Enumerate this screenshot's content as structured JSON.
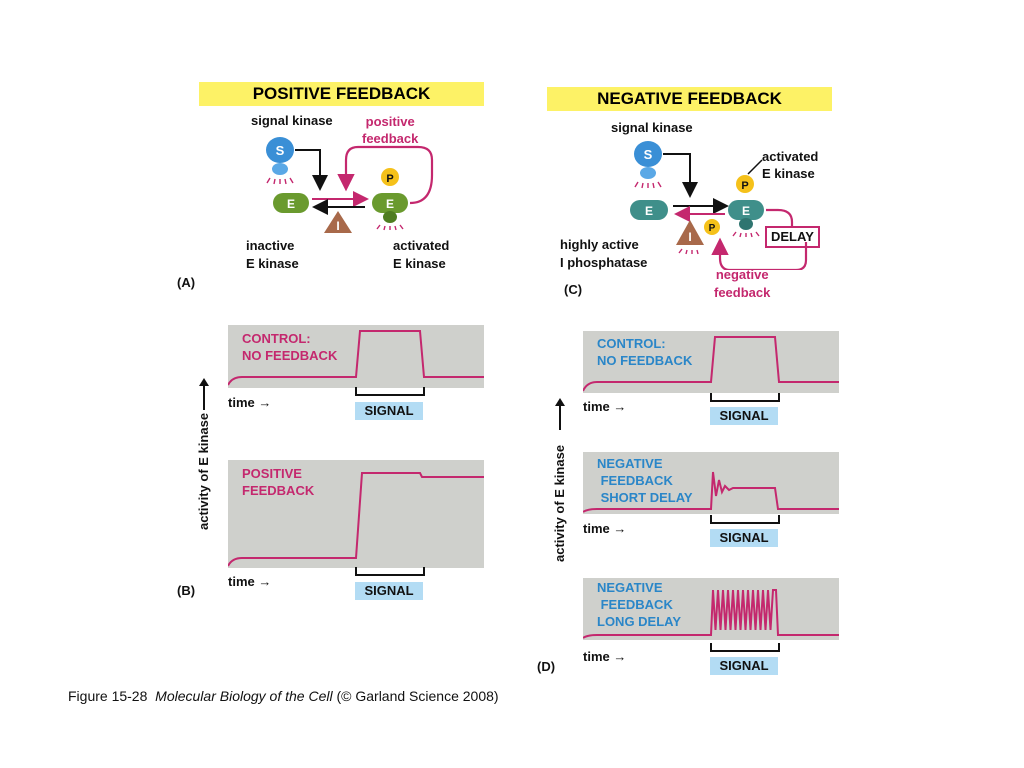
{
  "panel_a": {
    "banner": "POSITIVE FEEDBACK",
    "signal_kinase": "signal kinase",
    "positive_feedback": "positive\nfeedback",
    "inactive": "inactive\nE kinase",
    "activated": "activated\nE kinase",
    "letter": "(A)",
    "s": "S",
    "e": "E",
    "i": "I",
    "p": "P"
  },
  "panel_c": {
    "banner": "NEGATIVE FEEDBACK",
    "signal_kinase": "signal kinase",
    "activated": "activated\nE kinase",
    "delay": "DELAY",
    "highly_active": "highly active\nI phosphatase",
    "negative_feedback": "negative\nfeedback",
    "letter": "(C)",
    "s": "S",
    "e": "E",
    "i": "I",
    "p": "P"
  },
  "panel_b": {
    "letter": "(B)",
    "ylabel": "activity of E kinase",
    "plot1_title": "CONTROL:\nNO FEEDBACK",
    "plot2_title": "POSITIVE\nFEEDBACK",
    "time": "time",
    "signal": "SIGNAL"
  },
  "panel_d": {
    "letter": "(D)",
    "ylabel": "activity of E kinase",
    "plot1_title": "CONTROL:\nNO FEEDBACK",
    "plot2_title": "NEGATIVE\n FEEDBACK\n SHORT DELAY",
    "plot3_title": "NEGATIVE\n FEEDBACK\nLONG DELAY",
    "time": "time",
    "signal": "SIGNAL"
  },
  "caption": {
    "prefix": "Figure 15-28",
    "italic": "Molecular Biology of the Cell",
    "suffix": "(© Garland Science 2008)"
  },
  "colors": {
    "magenta": "#c4286e",
    "blue_text": "#2a86c8",
    "banner": "#fdf266",
    "plot_bg": "#cfd0cc",
    "signal_box": "#b3dcf4",
    "green_kinase": "#6a9a2e",
    "teal_kinase": "#3f8f8a",
    "signal_blue": "#3a8fd6",
    "phospho": "#f5c11a",
    "phosphatase": "#a8694a"
  }
}
